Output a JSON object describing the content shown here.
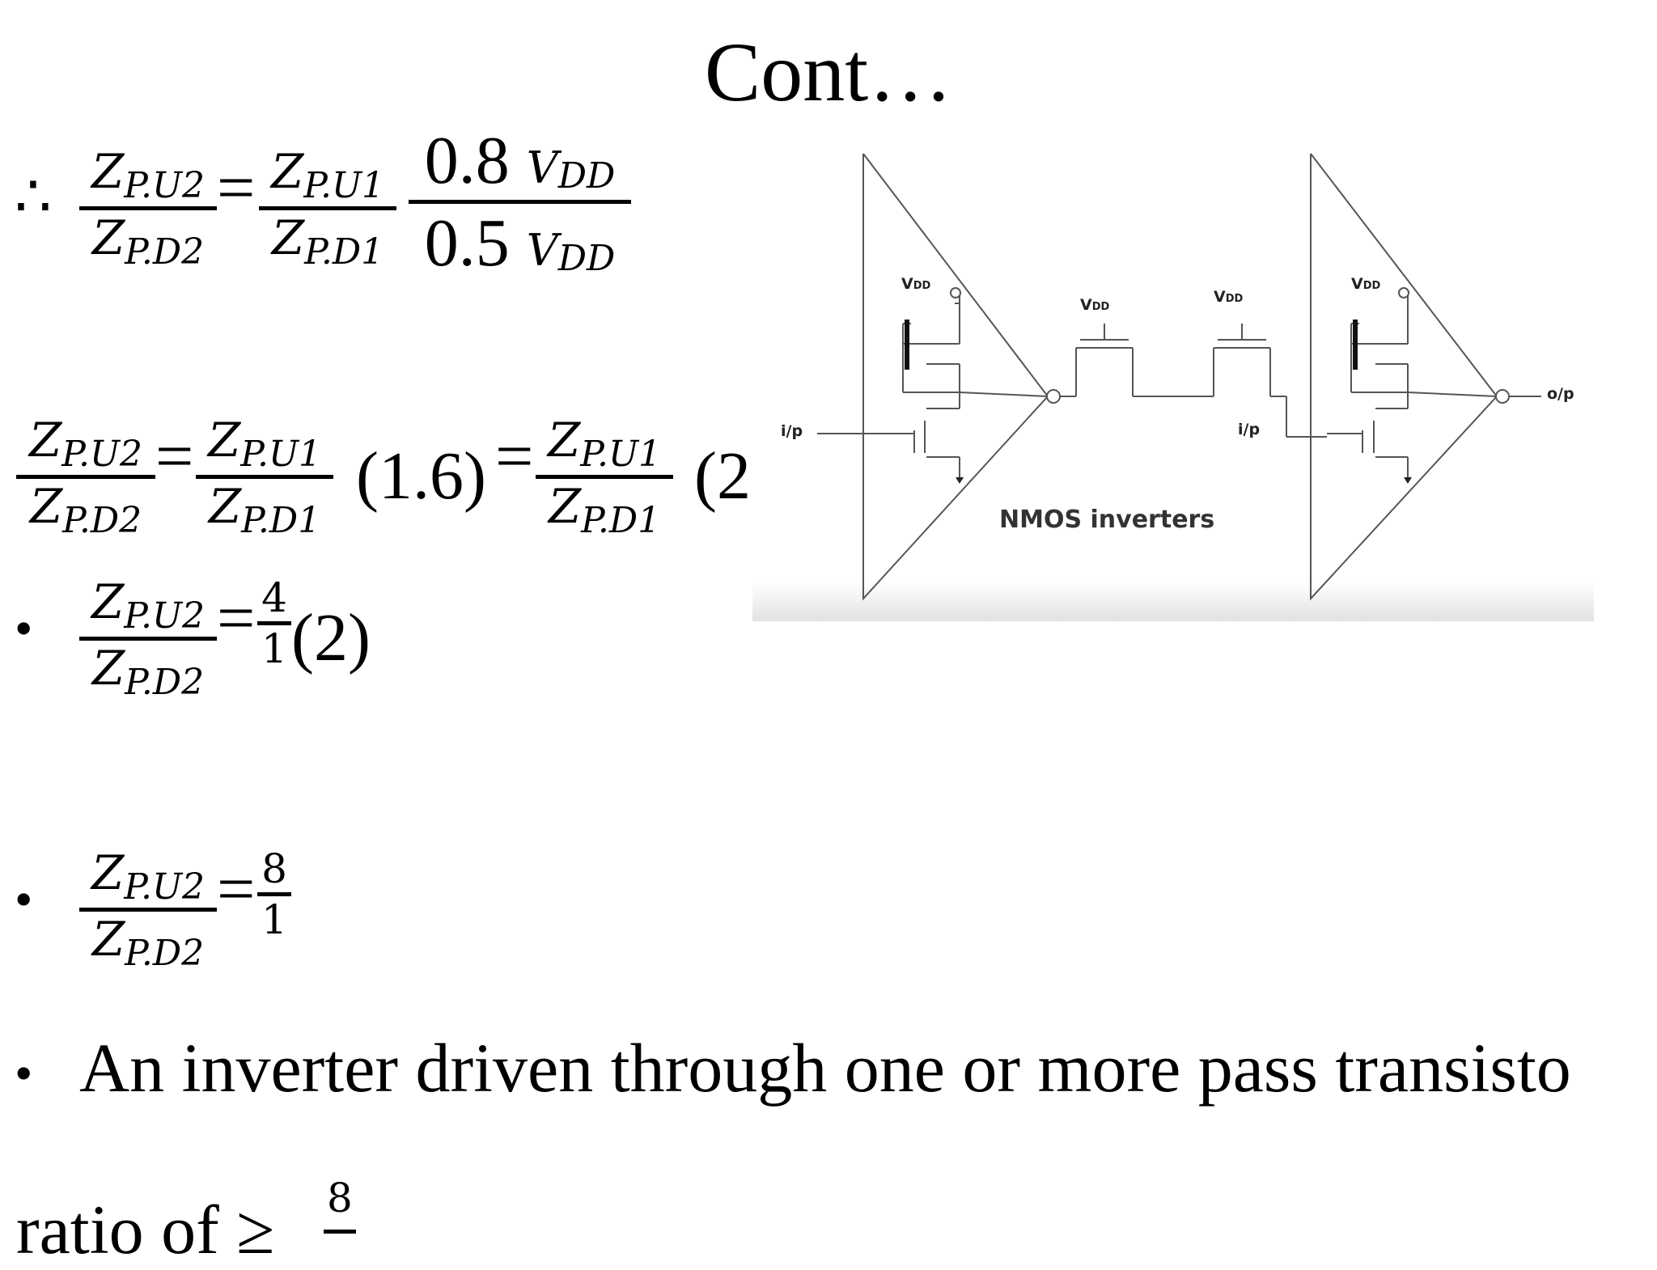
{
  "slide": {
    "title": "Cont…",
    "therefore_symbol": "∴",
    "bullet_symbol": "•",
    "equals": "=",
    "var_z": "Z",
    "pu2": "P.U2",
    "pd2": "P.D2",
    "pu1": "P.U1",
    "pd1": "P.D1",
    "num_08": "0.8",
    "num_05": "0.5",
    "vdd_v": "V",
    "vdd_sub": "DD",
    "factor_16": "(1.6)",
    "factor_2_partial": "(2",
    "frac_4": "4",
    "frac_8": "8",
    "frac_1": "1",
    "paren_2": "(2)",
    "statement": "An inverter driven through one or more pass transisto",
    "ratio_text": "ratio of ≥",
    "ratio_num": "8"
  },
  "diagram": {
    "caption": "NMOS inverters",
    "vdd_label": "V",
    "vdd_label_sub": "DD",
    "input_label": "i/p",
    "output_label": "o/p"
  }
}
